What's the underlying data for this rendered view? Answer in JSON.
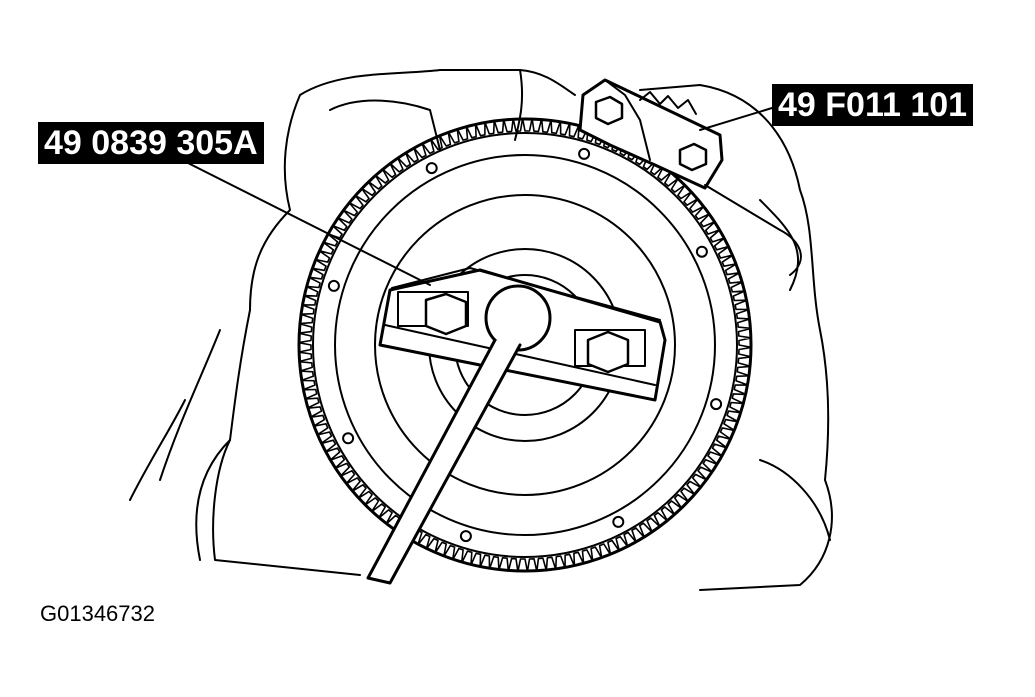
{
  "labels": {
    "tool_left": "49 0839 305A",
    "tool_right": "49 F011 101"
  },
  "figure_id": "G01346732",
  "colors": {
    "ink": "#000000",
    "paper": "#ffffff"
  }
}
